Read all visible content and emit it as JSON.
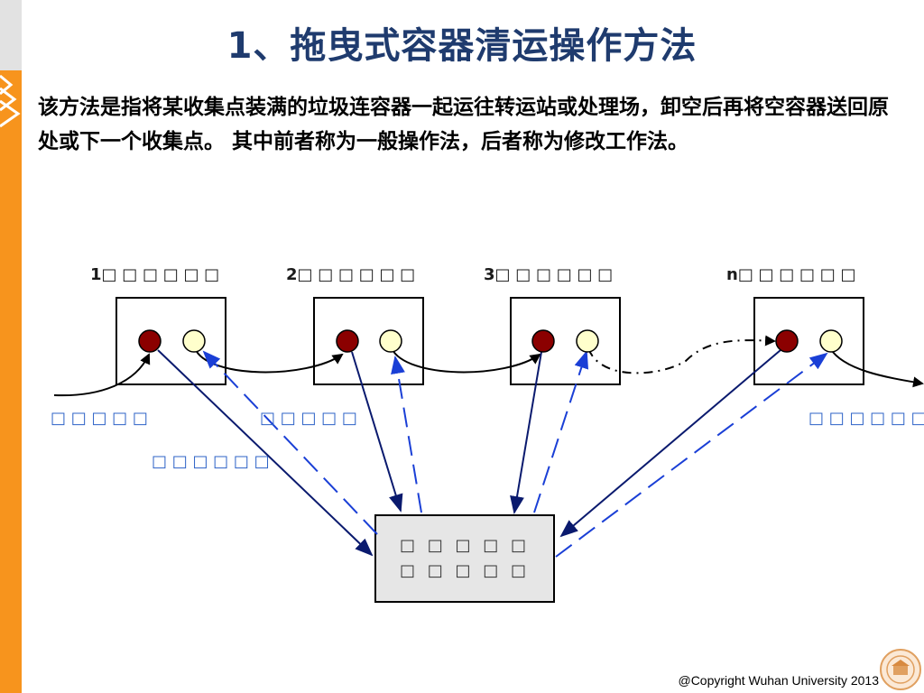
{
  "slide": {
    "title": "1、拖曳式容器清运操作方法",
    "paragraph": "该方法是指将某收集点装满的垃圾连容器一起运往转运站或处理场，卸空后再将空容器送回原处或下一个收集点。 其中前者称为一般操作法，后者称为修改工作法。",
    "copyright": "@Copyright Wuhan University 2013"
  },
  "diagram": {
    "points": [
      {
        "num": "1",
        "label": "□ □ □ □ □ □"
      },
      {
        "num": "2",
        "label": "□ □ □ □ □ □"
      },
      {
        "num": "3",
        "label": "□ □ □ □ □ □"
      },
      {
        "num": "n",
        "label": "□ □ □ □ □ □"
      }
    ],
    "labels": {
      "start": "□ □ □ □ □",
      "mid": "□ □ □ □ □",
      "end": "□ □ □ □ □ □",
      "route": "□ □ □ □ □ □"
    },
    "facility": {
      "line1": "□ □ □ □ □",
      "line2": "□ □ □ □ □"
    }
  },
  "colors": {
    "title": "#1f3b6e",
    "left_bar": "#f7941d",
    "full_container": "#8b0000",
    "empty_container": "#ffffcc",
    "solid_arrow": "#0a1a6e",
    "dashed_arrow": "#1a3fd6",
    "label_blue": "#2e63c7",
    "facility_fill": "#e6e6e6"
  }
}
